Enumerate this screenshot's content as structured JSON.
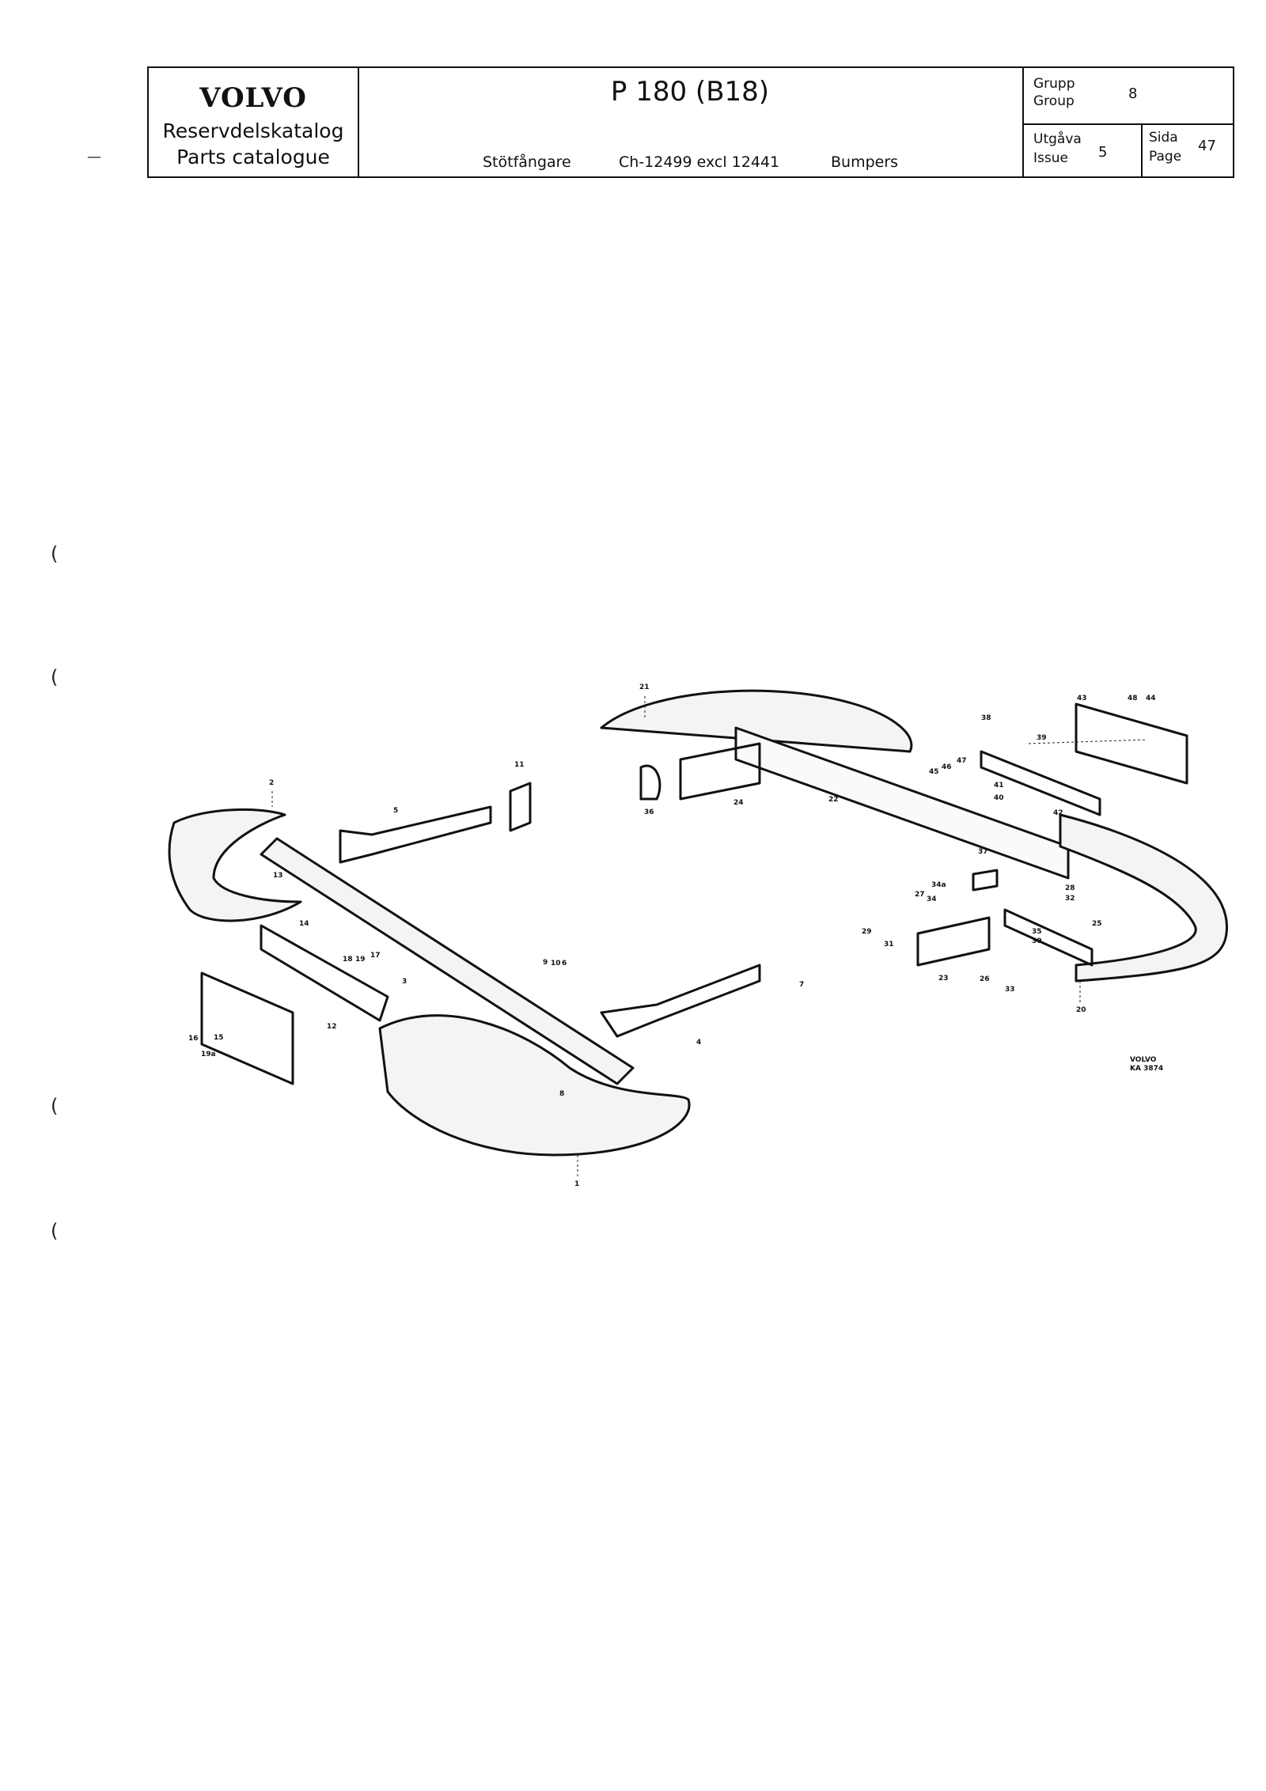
{
  "header": {
    "brand": "VOLVO",
    "catalog_sv": "Reservdelskatalog",
    "catalog_en": "Parts catalogue",
    "model": "P 180 (B18)",
    "subtitle_sv": "Stötfångare",
    "subtitle_chassis": "Ch-12499 excl 12441",
    "subtitle_en": "Bumpers",
    "group_label_sv": "Grupp",
    "group_label_en": "Group",
    "group_value": "8",
    "issue_label_sv": "Utgåva",
    "issue_label_en": "Issue",
    "issue_value": "5",
    "page_label_sv": "Sida",
    "page_label_en": "Page",
    "page_value": "47"
  },
  "diagram": {
    "callouts": [
      "1",
      "2",
      "3",
      "4",
      "5",
      "6",
      "7",
      "8",
      "9",
      "10",
      "11",
      "12",
      "13",
      "14",
      "15",
      "16",
      "17",
      "18",
      "19",
      "19a",
      "20",
      "21",
      "22",
      "23",
      "24",
      "25",
      "26",
      "27",
      "28",
      "29",
      "30",
      "31",
      "32",
      "33",
      "34",
      "34a",
      "35",
      "36",
      "37",
      "38",
      "39",
      "40",
      "41",
      "42",
      "43",
      "44",
      "45",
      "46",
      "47",
      "48"
    ],
    "reference_line1": "VOLVO",
    "reference_line2": "KA 3874"
  }
}
